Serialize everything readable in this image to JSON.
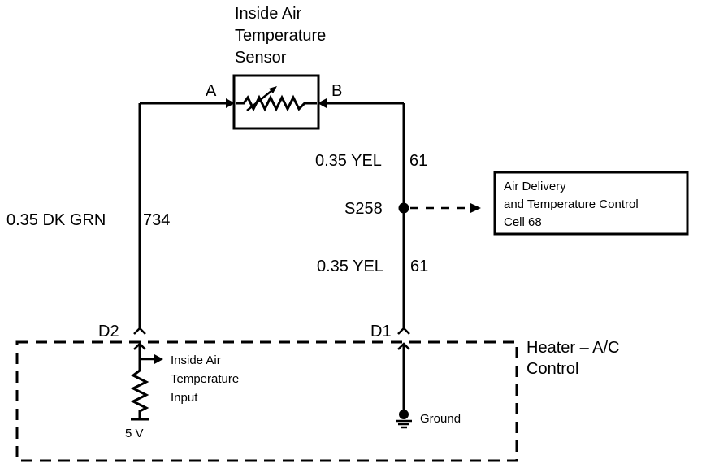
{
  "sensor": {
    "title_lines": [
      "Inside Air",
      "Temperature",
      "Sensor"
    ],
    "pin_a": "A",
    "pin_b": "B"
  },
  "wires": {
    "left_label": "0.35 DK GRN",
    "left_circuit": "734",
    "right_upper_label": "0.35 YEL",
    "right_upper_circuit": "61",
    "right_lower_label": "0.35 YEL",
    "right_lower_circuit": "61",
    "splice": "S258"
  },
  "reference_box": {
    "lines": [
      "Air Delivery",
      "and Temperature Control",
      "Cell 68"
    ]
  },
  "connectors": {
    "left": "D2",
    "right": "D1"
  },
  "module": {
    "title_lines": [
      "Heater – A/C",
      "Control"
    ],
    "input_lines": [
      "Inside Air",
      "Temperature",
      "Input"
    ],
    "supply": "5 V",
    "ground": "Ground"
  }
}
